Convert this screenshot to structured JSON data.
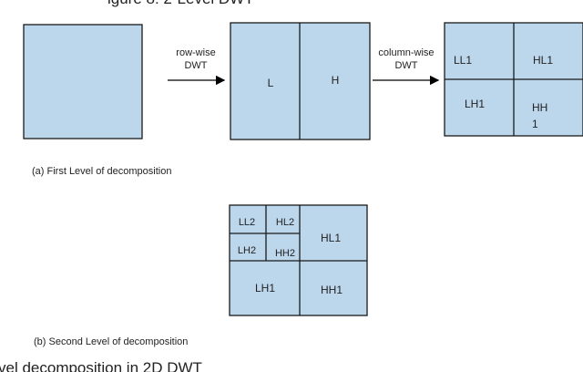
{
  "top_caption": "igure 8: 2-Level DWT",
  "arrow1": {
    "line1": "row-wise",
    "line2": "DWT"
  },
  "arrow2": {
    "line1": "column-wise",
    "line2": "DWT"
  },
  "stage2": {
    "left": "L",
    "right": "H"
  },
  "stage3": {
    "ll": "LL1",
    "hl": "HL1",
    "lh": "LH1",
    "hh_line1": "HH",
    "hh_line2": "1"
  },
  "caption_a": "(a) First Level of decomposition",
  "second": {
    "ll2": "LL2",
    "hl2": "HL2",
    "lh2": "LH2",
    "hh2": "HH2",
    "hl1": "HL1",
    "lh1": "LH1",
    "hh1": "HH1"
  },
  "caption_b": "(b) Second Level of decomposition",
  "bottom_caption": "vel decomposition in 2D DWT",
  "colors": {
    "box_fill": "#bcd6ec",
    "border": "#1a1a1a"
  }
}
